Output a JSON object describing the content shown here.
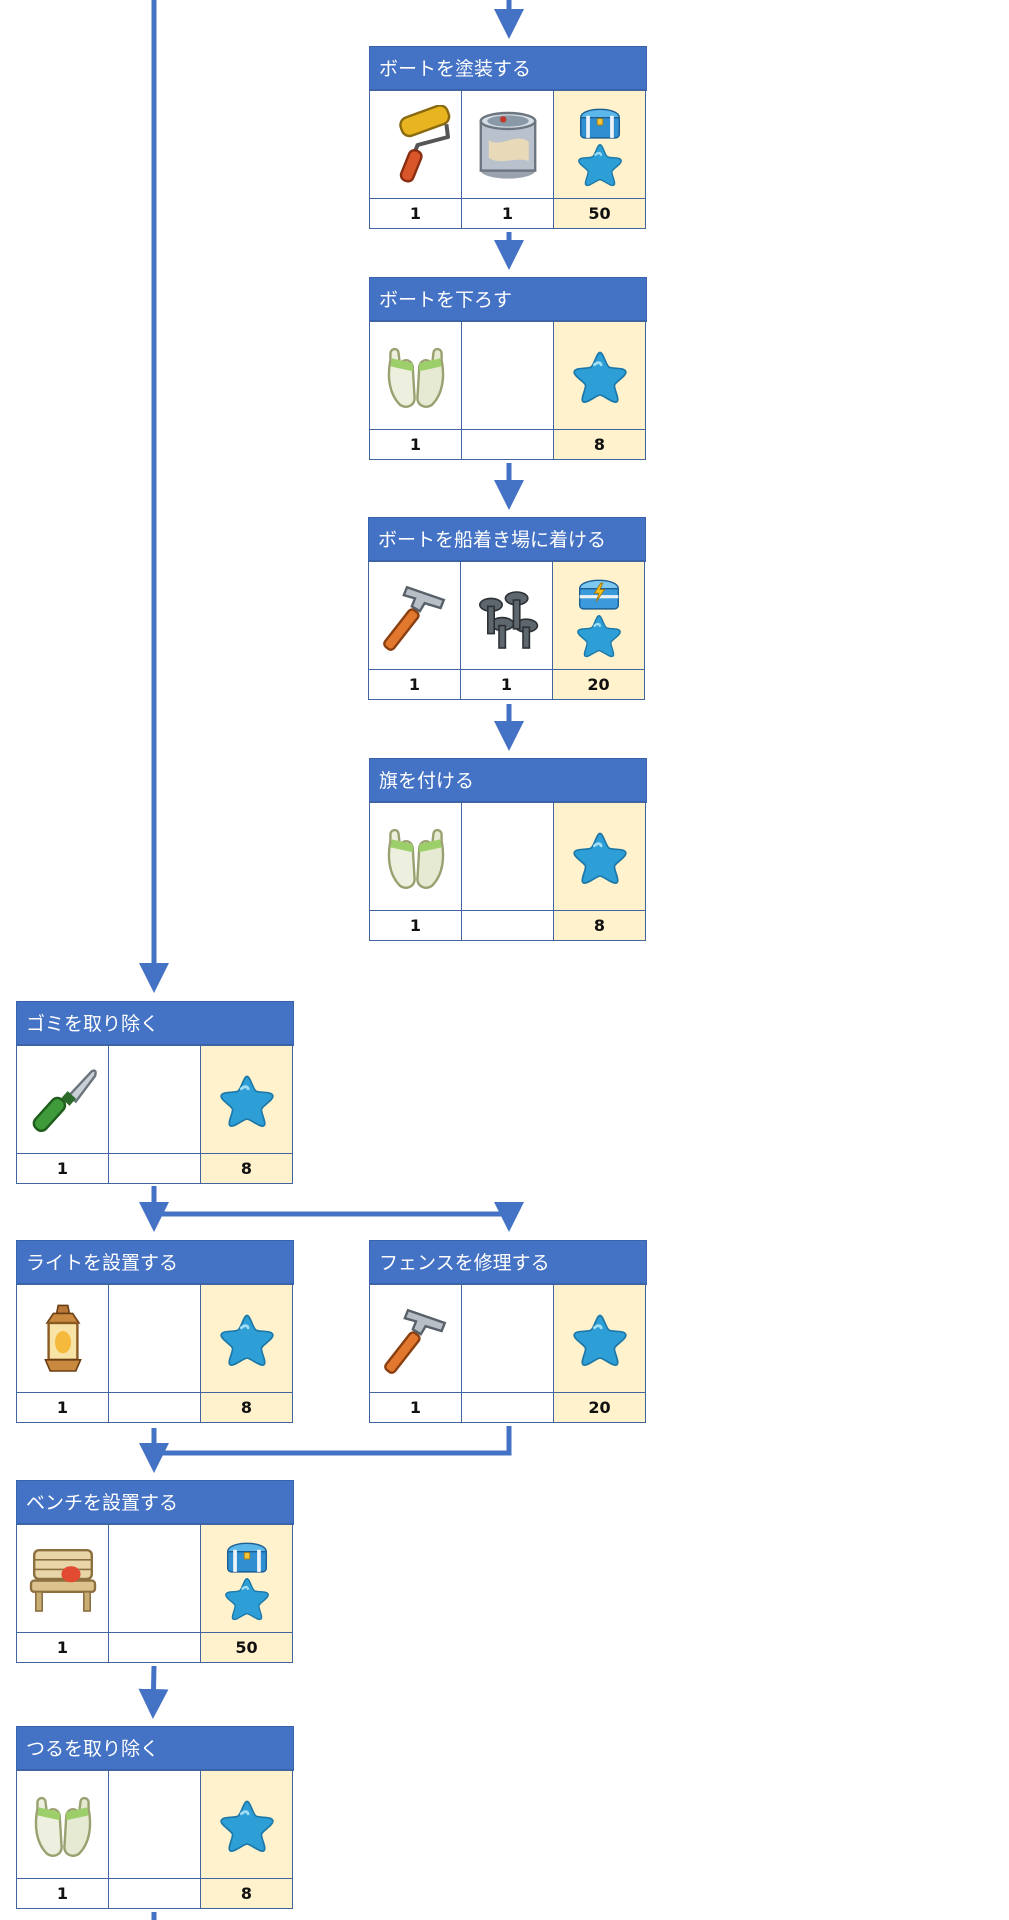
{
  "colors": {
    "header": "#4472c4",
    "connector": "#4472c4",
    "reward_bg": "#fff2cc",
    "border": "#41659f"
  },
  "tasks": [
    {
      "id": "paint-boat",
      "title": "ボートを塗装する",
      "tools": [
        {
          "icon": "paint-roller-icon",
          "qty": "1"
        },
        {
          "icon": "paint-can-icon",
          "qty": "1"
        }
      ],
      "reward": {
        "icons": [
          "chest-icon",
          "star-icon"
        ],
        "value": "50"
      }
    },
    {
      "id": "lower-boat",
      "title": "ボートを下ろす",
      "tools": [
        {
          "icon": "gloves-icon",
          "qty": "1"
        },
        {
          "icon": "",
          "qty": ""
        }
      ],
      "reward": {
        "icons": [
          "star-icon"
        ],
        "value": "8"
      }
    },
    {
      "id": "dock-boat",
      "title": "ボートを船着き場に着ける",
      "tools": [
        {
          "icon": "hammer-icon",
          "qty": "1"
        },
        {
          "icon": "nails-icon",
          "qty": "1"
        }
      ],
      "reward": {
        "icons": [
          "energy-chest-icon",
          "star-icon"
        ],
        "value": "20"
      }
    },
    {
      "id": "attach-flag",
      "title": "旗を付ける",
      "tools": [
        {
          "icon": "gloves-icon",
          "qty": "1"
        },
        {
          "icon": "",
          "qty": ""
        }
      ],
      "reward": {
        "icons": [
          "star-icon"
        ],
        "value": "8"
      }
    },
    {
      "id": "remove-trash",
      "title": "ゴミを取り除く",
      "tools": [
        {
          "icon": "knife-icon",
          "qty": "1"
        },
        {
          "icon": "",
          "qty": ""
        }
      ],
      "reward": {
        "icons": [
          "star-icon"
        ],
        "value": "8"
      }
    },
    {
      "id": "install-light",
      "title": "ライトを設置する",
      "tools": [
        {
          "icon": "lantern-icon",
          "qty": "1"
        },
        {
          "icon": "",
          "qty": ""
        }
      ],
      "reward": {
        "icons": [
          "star-icon"
        ],
        "value": "8"
      }
    },
    {
      "id": "repair-fence",
      "title": "フェンスを修理する",
      "tools": [
        {
          "icon": "hammer-icon",
          "qty": "1"
        },
        {
          "icon": "",
          "qty": ""
        }
      ],
      "reward": {
        "icons": [
          "star-icon"
        ],
        "value": "20"
      }
    },
    {
      "id": "install-bench",
      "title": "ベンチを設置する",
      "tools": [
        {
          "icon": "bench-icon",
          "qty": "1"
        },
        {
          "icon": "",
          "qty": ""
        }
      ],
      "reward": {
        "icons": [
          "chest-icon",
          "star-icon"
        ],
        "value": "50"
      }
    },
    {
      "id": "remove-vines",
      "title": "つるを取り除く",
      "tools": [
        {
          "icon": "gloves-icon",
          "qty": "1"
        },
        {
          "icon": "",
          "qty": ""
        }
      ],
      "reward": {
        "icons": [
          "star-icon"
        ],
        "value": "8"
      }
    }
  ]
}
